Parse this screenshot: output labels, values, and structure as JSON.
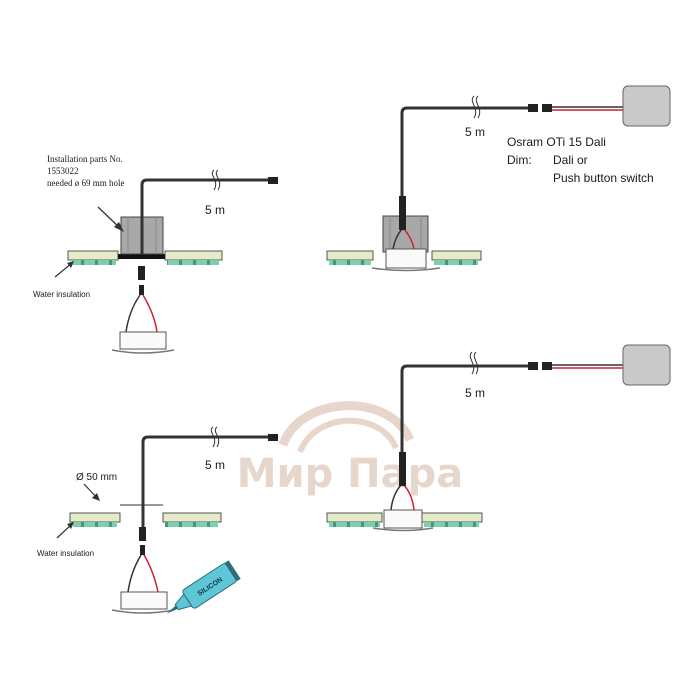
{
  "watermark": {
    "text": "Мир Пара",
    "color": "#e2cfc3"
  },
  "colors": {
    "board": "#e4ebc9",
    "insulation": "#7fcfae",
    "cable": "#333333",
    "housing": "#a8a8a8",
    "driver": "#c9c9c9",
    "tube": "#5ec6d6"
  },
  "panel_top_left": {
    "parts_line1": "Installation parts No.",
    "parts_line2": "1553022",
    "parts_line3": "needed ø 69 mm hole",
    "cable_length": "5 m",
    "insulation_label": "Water insulation"
  },
  "panel_top_right": {
    "cable_length": "5 m",
    "driver_line1": "Osram OTi 15 Dali",
    "driver_dim_label": "Dim:",
    "driver_line2": "Dali or",
    "driver_line3": "Push button switch"
  },
  "panel_bottom_left": {
    "hole_label": "Ø 50 mm",
    "cable_length": "5 m",
    "insulation_label": "Water insulation",
    "tube_label": "SILICON"
  },
  "panel_bottom_right": {
    "cable_length": "5 m"
  }
}
